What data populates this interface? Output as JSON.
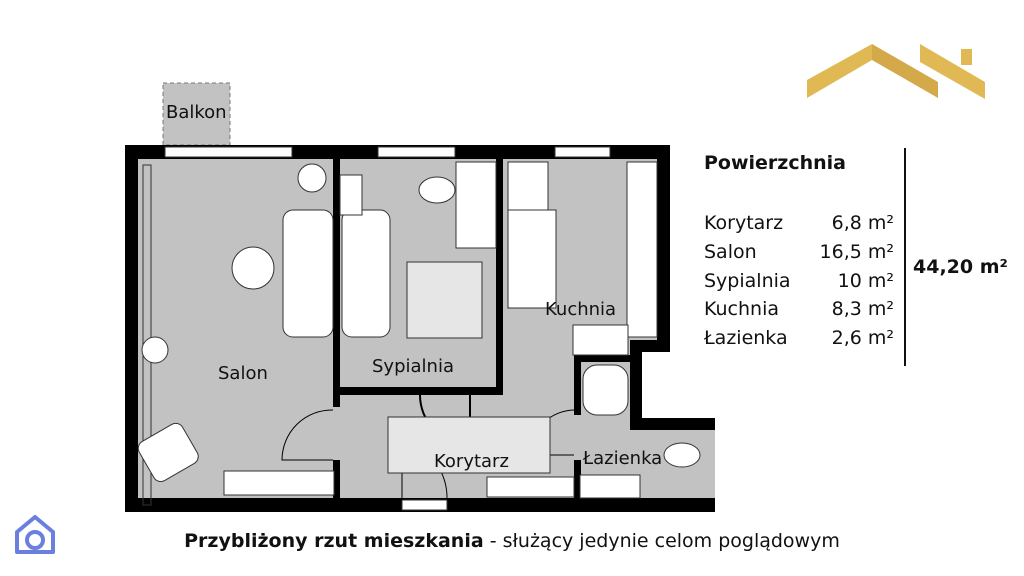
{
  "rooms": {
    "balkon": "Balkon",
    "salon": "Salon",
    "sypialnia": "Sypialnia",
    "kuchnia": "Kuchnia",
    "korytarz": "Korytarz",
    "lazienka": "Łazienka"
  },
  "area_table": {
    "title": "Powierzchnia",
    "rows": [
      {
        "room": "Korytarz",
        "area": "6,8 m²"
      },
      {
        "room": "Salon",
        "area": "16,5 m²"
      },
      {
        "room": "Sypialnia",
        "area": "10 m²"
      },
      {
        "room": "Kuchnia",
        "area": "8,3 m²"
      },
      {
        "room": "Łazienka",
        "area": "2,6 m²"
      }
    ],
    "total": "44,20 m²"
  },
  "caption": {
    "bold": "Przybliżony rzut mieszkania",
    "rest": " - służący jedynie celom poglądowym"
  },
  "colors": {
    "floor": "#c2c2c2",
    "wall": "#000000",
    "gold": "#e0b955",
    "brand_blue": "#6b7fe0"
  }
}
